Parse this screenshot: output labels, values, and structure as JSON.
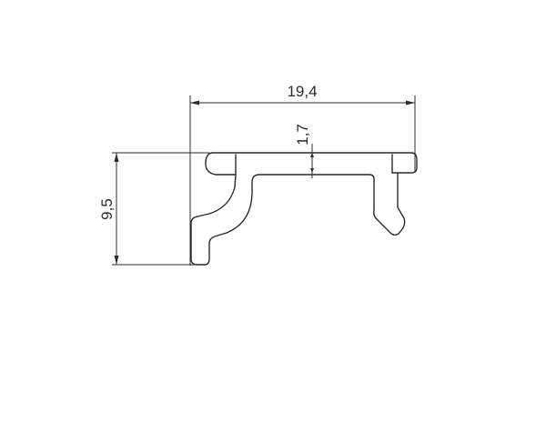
{
  "dimensions": {
    "width_label": "19,4",
    "height_label": "9,5",
    "thickness_label": "1,7"
  },
  "colors": {
    "line": "#2b2b2b",
    "background": "#ffffff"
  }
}
